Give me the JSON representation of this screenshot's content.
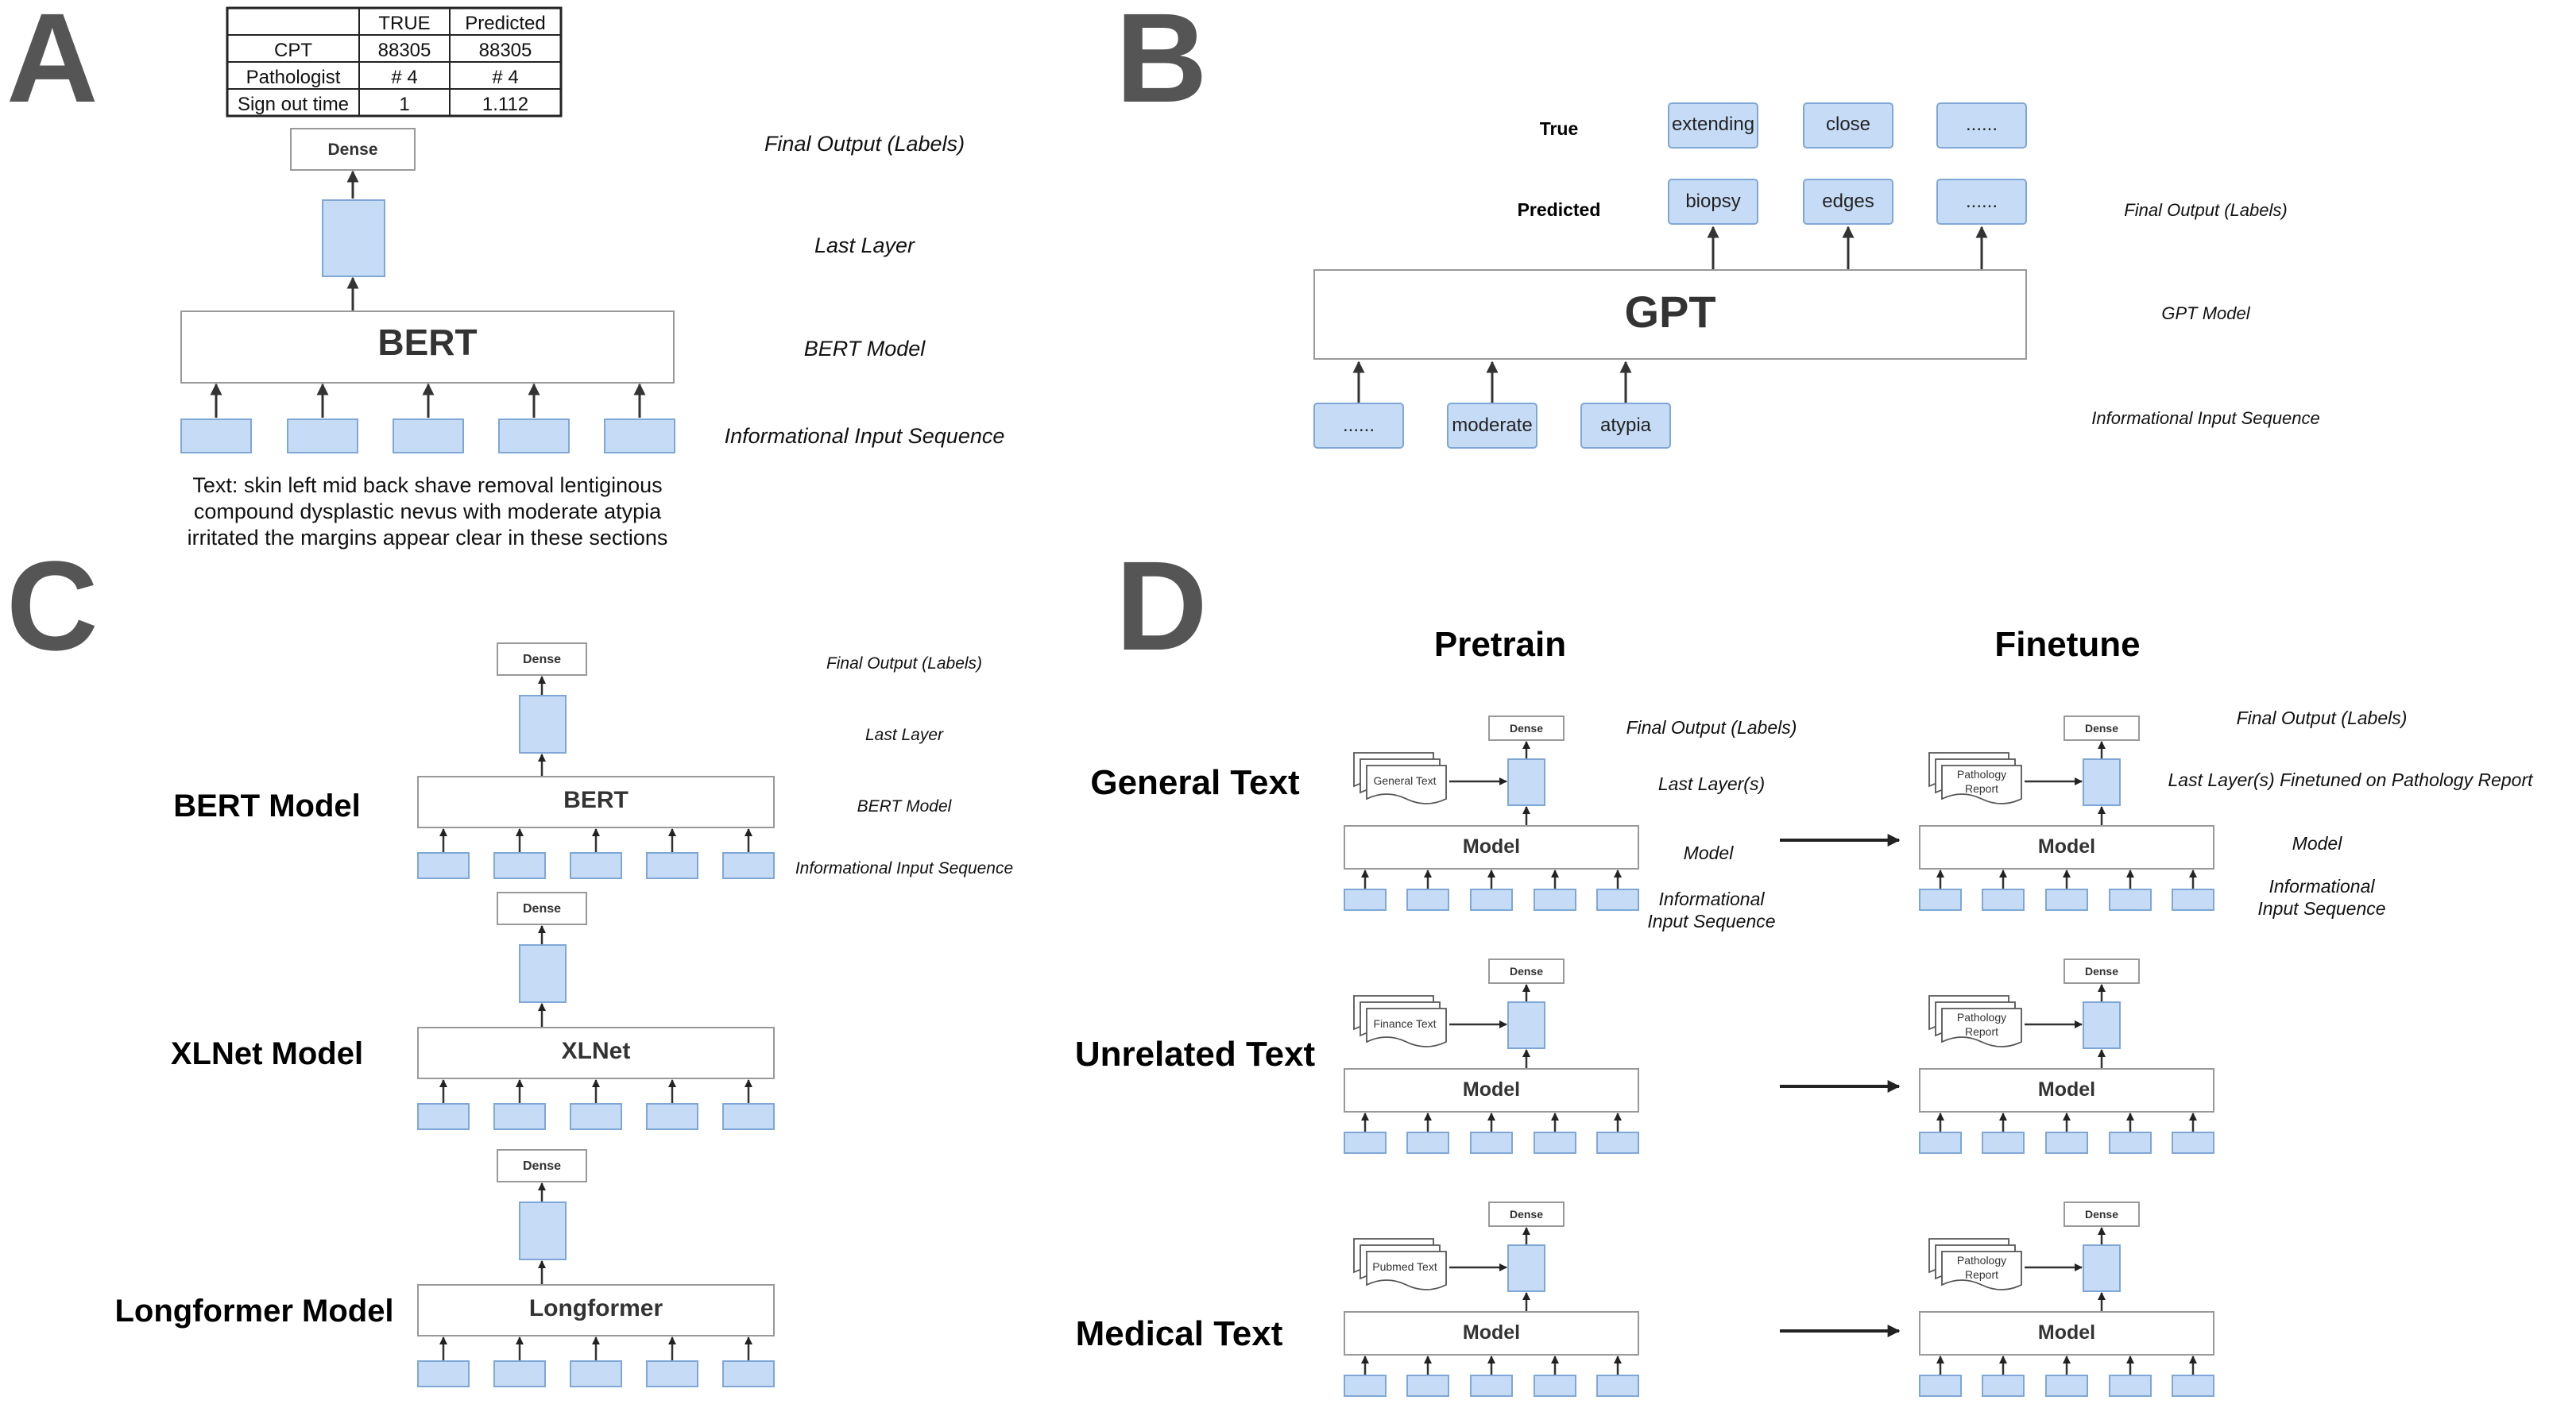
{
  "colors": {
    "box_fill": "#c6dcf6",
    "box_stroke": "#7fa7d6",
    "white_stroke": "#9a9a9a",
    "arrow": "#333333",
    "panel_letter": "#555555"
  },
  "panel_a": {
    "letter": "A",
    "table": {
      "header": [
        "",
        "TRUE",
        "Predicted"
      ],
      "rows": [
        [
          "CPT",
          "88305",
          "88305"
        ],
        [
          "Pathologist",
          "# 4",
          "# 4"
        ],
        [
          "Sign out time",
          "1",
          "1.112"
        ]
      ]
    },
    "dense": "Dense",
    "model": "BERT",
    "labels": [
      "Final Output (Labels)",
      "Last Layer",
      "BERT Model",
      "Informational Input Sequence"
    ],
    "text_lines": [
      "Text: skin left mid back shave removal lentiginous",
      "compound dysplastic nevus with moderate atypia",
      "irritated the margins appear clear in these sections"
    ]
  },
  "panel_b": {
    "letter": "B",
    "true_label": "True",
    "predicted_label": "Predicted",
    "true_words": [
      "extending",
      "close",
      "......"
    ],
    "predicted_words": [
      "biopsy",
      "edges",
      "......"
    ],
    "model": "GPT",
    "inputs": [
      "......",
      "moderate",
      "atypia"
    ],
    "labels": [
      "Final Output (Labels)",
      "GPT Model",
      "Informational Input Sequence"
    ]
  },
  "panel_c": {
    "letter": "C",
    "models": [
      {
        "name": "BERT Model",
        "box": "BERT"
      },
      {
        "name": "XLNet Model",
        "box": "XLNet"
      },
      {
        "name": "Longformer Model",
        "box": "Longformer"
      }
    ],
    "dense": "Dense",
    "labels": [
      "Final Output (Labels)",
      "Last Layer",
      "BERT Model",
      "Informational Input Sequence"
    ]
  },
  "panel_d": {
    "letter": "D",
    "pretrain": "Pretrain",
    "finetune": "Finetune",
    "rows": [
      {
        "name": "General Text",
        "source": "General Text"
      },
      {
        "name": "Unrelated Text",
        "source": "Finance Text"
      },
      {
        "name": "Medical Text",
        "source": "Pubmed Text"
      }
    ],
    "finetune_source": [
      "Pathology",
      "Report"
    ],
    "dense": "Dense",
    "model": "Model",
    "pretrain_labels": [
      "Final Output (Labels)",
      "Last Layer(s)",
      "Model",
      "Informational",
      "Input Sequence"
    ],
    "finetune_labels": [
      "Final Output (Labels)",
      "Last Layer(s) Finetuned on Pathology Report",
      "Model",
      "Informational",
      "Input Sequence"
    ]
  }
}
